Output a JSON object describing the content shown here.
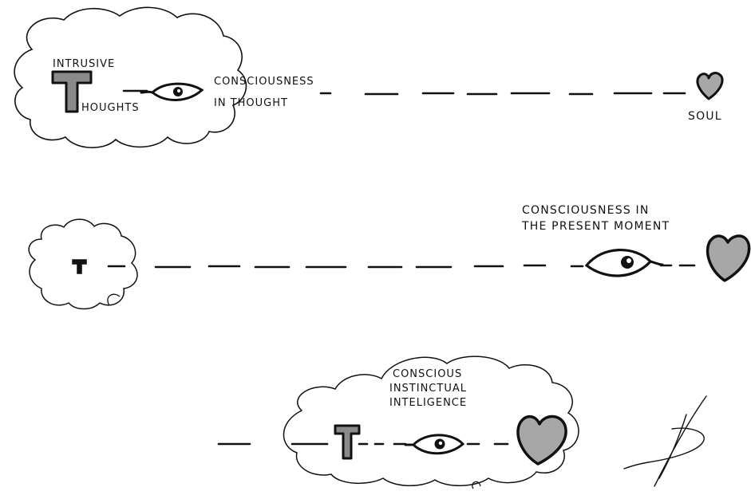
{
  "colors": {
    "ink": "#111111",
    "heart_fill": "#a7a7a7",
    "t_fill": "#8a8a8a",
    "background": "#ffffff"
  },
  "panel1": {
    "label_intrusive": "INTRUSIVE",
    "label_thoughts_letter": "T",
    "label_thoughts_rest": "HOUGHTS",
    "label_consciousness": "CONSCIOUSNESS",
    "label_in_thought": "IN THOUGHT",
    "label_soul": "SOUL"
  },
  "panel2": {
    "label_small_t": "T",
    "label_line1": "CONSCIOUSNESS IN",
    "label_line2": "THE PRESENT MOMENT"
  },
  "panel3": {
    "label_t": "T",
    "label_line1": "CONSCIOUS",
    "label_line2": "INSTINCTUAL",
    "label_line3": "INTELIGENCE"
  },
  "icons": [
    "cloud-icon",
    "eye-icon",
    "heart-icon",
    "t-letter-icon",
    "signature-icon"
  ]
}
